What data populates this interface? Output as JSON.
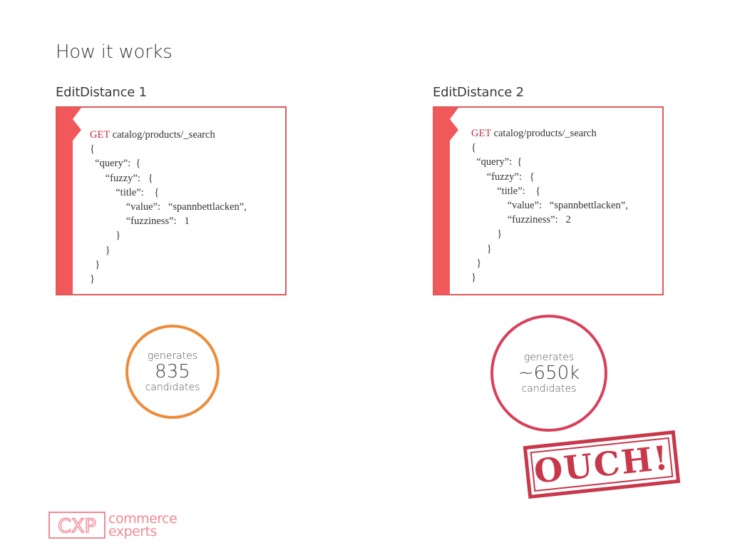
{
  "slide": {
    "title": "How it works"
  },
  "left": {
    "heading": "EditDistance 1",
    "code": {
      "verb": "GET",
      "path": "catalog/products/_search",
      "lines": [
        "{",
        "  “query”:  {",
        "      “fuzzy”:   {",
        "          “title”:    {",
        "              “value”:   “spannbettlacken”,",
        "              “fuzziness”:   1",
        "          }",
        "      }",
        "  }",
        "}"
      ]
    },
    "result": {
      "top": "generates",
      "count": "835",
      "bottom": "candidates",
      "ring_color": "#ee8b3a"
    }
  },
  "right": {
    "heading": "EditDistance 2",
    "code": {
      "verb": "GET",
      "path": "catalog/products/_search",
      "lines": [
        "{",
        "  “query”:  {",
        "      “fuzzy”:   {",
        "          “title”:    {",
        "              “value”:   “spannbettlacken”,",
        "              “fuzziness”:   2",
        "          }",
        "      }",
        "  }",
        "}"
      ]
    },
    "result": {
      "top": "generates",
      "count": "~650k",
      "bottom": "candidates",
      "ring_color": "#d9405a"
    }
  },
  "stamp": {
    "text": "OUCH!",
    "color": "#c7384b"
  },
  "logo": {
    "mark": "CXP",
    "line1": "commerce",
    "line2": "experts",
    "color": "#f28a94"
  },
  "colors": {
    "accent": "#f0585a",
    "verb": "#c92c45"
  }
}
